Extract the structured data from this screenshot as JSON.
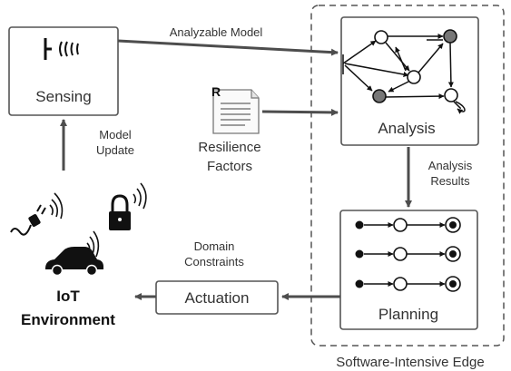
{
  "diagram": {
    "edge_region_label": "Software-Intensive Edge",
    "nodes": {
      "sensing": "Sensing",
      "analysis": "Analysis",
      "planning": "Planning",
      "actuation": "Actuation",
      "iot_line1": "IoT",
      "iot_line2": "Environment",
      "resilience_line1": "Resilience",
      "resilience_line2": "Factors",
      "document_badge": "R"
    },
    "edges": {
      "analyzable_model": "Analyzable Model",
      "model_update_line1": "Model",
      "model_update_line2": "Update",
      "analysis_results_line1": "Analysis",
      "analysis_results_line2": "Results",
      "domain_constraints_line1": "Domain",
      "domain_constraints_line2": "Constraints"
    },
    "icons": [
      "sensor-signal-icon",
      "power-plug-icon",
      "padlock-icon",
      "car-icon",
      "document-icon",
      "graph-model-icon",
      "plan-sequence-icon"
    ]
  }
}
